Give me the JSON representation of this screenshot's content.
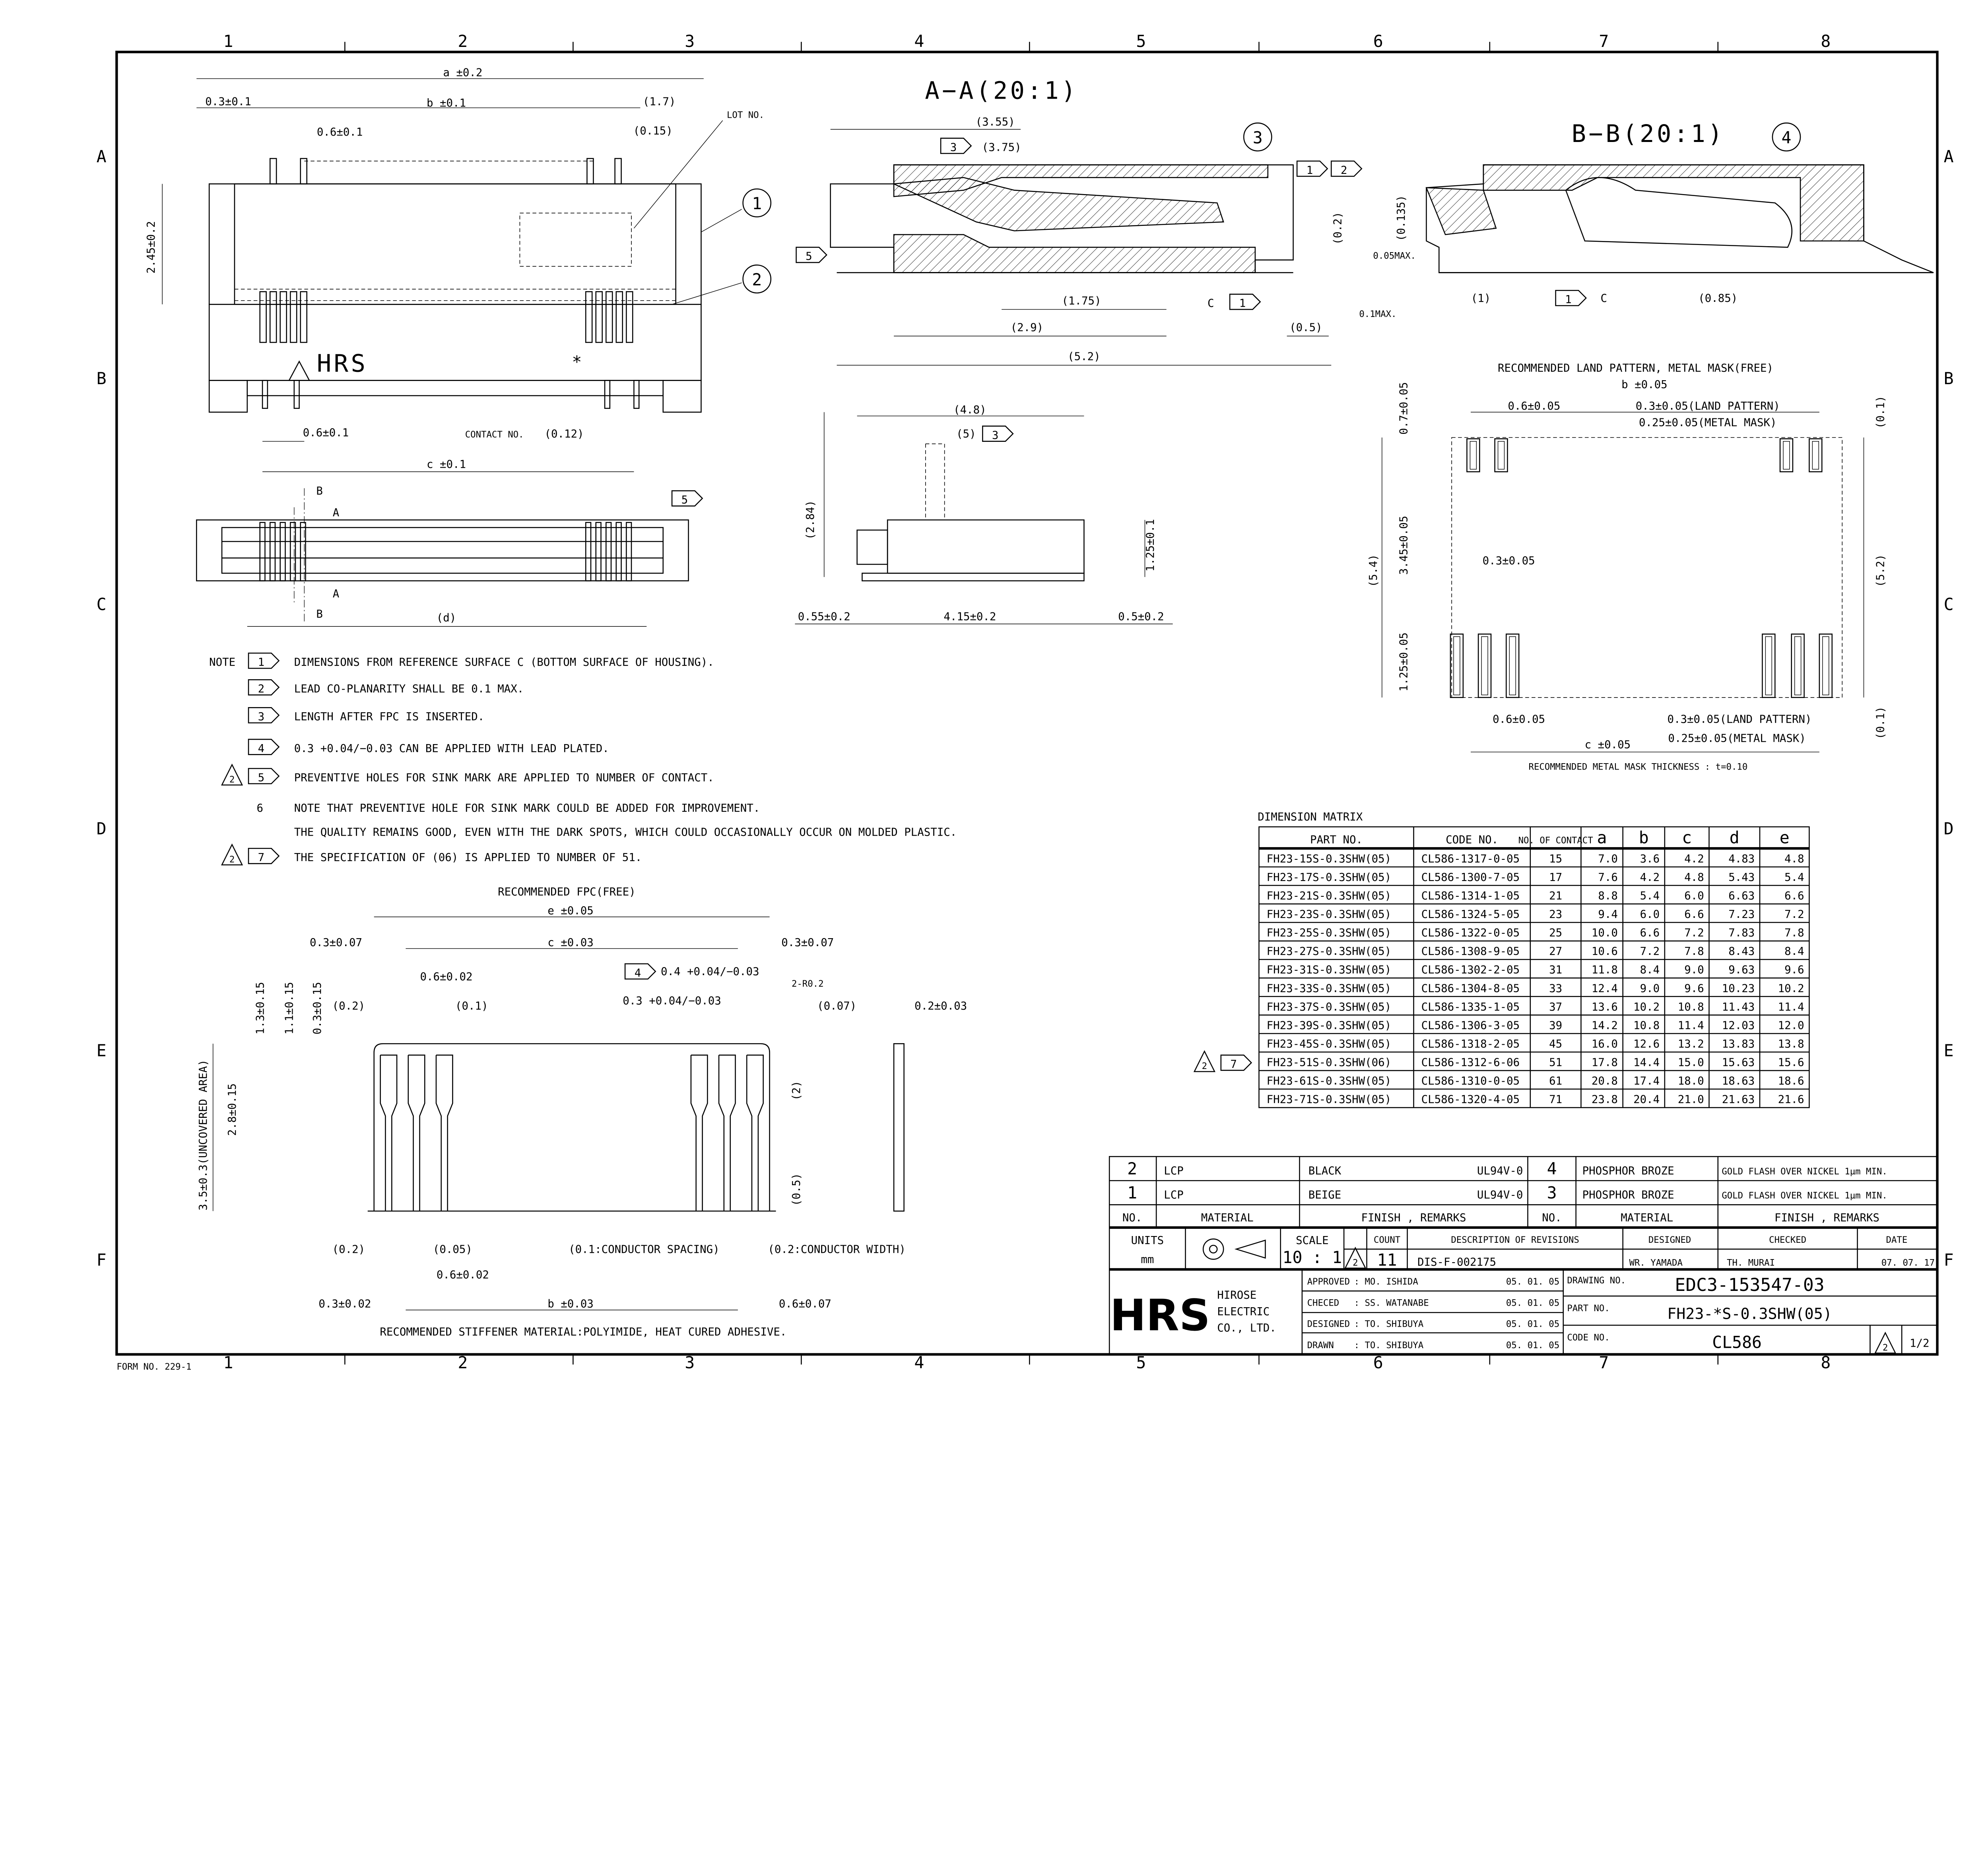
{
  "border": {
    "columns": [
      "1",
      "2",
      "3",
      "4",
      "5",
      "6",
      "7",
      "8"
    ],
    "rows": [
      "A",
      "B",
      "C",
      "D",
      "E",
      "F"
    ],
    "form_no": "FORM NO. 229-1"
  },
  "views": {
    "top_view": [
      "a ±0.2",
      "0.3±0.1",
      "b ±0.1",
      "(1.7)",
      "0.6±0.1",
      "(0.15)",
      "LOT NO.",
      "2.45±0.2",
      "0.6±0.1",
      "CONTACT NO.",
      "(0.12)",
      "c ±0.1",
      "HRS",
      "*"
    ],
    "bottom_view": [
      "(d)",
      "A",
      "B",
      "A",
      "B"
    ],
    "section_aa": [
      "A−A(20:1)",
      "(3.55)",
      "(3.75)",
      "(0.2)",
      "0.05MAX.",
      "0.1MAX.",
      "(1.75)",
      "(2.9)",
      "(0.5)",
      "(5.2)",
      "C",
      "(0.135)"
    ],
    "section_bb": [
      "B−B(20:1)",
      "(1)",
      "C",
      "(0.85)"
    ],
    "side_view": [
      "(4.8)",
      "(5)",
      "(2.84)",
      "1.25±0.1",
      "0.55±0.2",
      "4.15±0.2",
      "0.5±0.2"
    ],
    "land_pattern": [
      "RECOMMENDED LAND PATTERN, METAL MASK(FREE)",
      "b ±0.05",
      "0.6±0.05",
      "0.3±0.05(LAND PATTERN)",
      "0.25±0.05(METAL MASK)",
      "(0.1)",
      "0.7±0.05",
      "3.45±0.05",
      "(5.4)",
      "0.3±0.05",
      "(5.2)",
      "1.25±0.05",
      "0.6±0.05",
      "0.3±0.05(LAND PATTERN)",
      "c ±0.05",
      "0.25±0.05(METAL MASK)",
      "(0.1)",
      "RECOMMENDED METAL MASK THICKNESS : t=0.10"
    ],
    "fpc": [
      "RECOMMENDED FPC(FREE)",
      "e ±0.05",
      "0.3±0.07",
      "c ±0.03",
      "0.3±0.07",
      "0.6±0.02",
      "(0.2)",
      "(0.1)",
      "0.4 +0.04/−0.03",
      "0.3 +0.04/−0.03",
      "2-R0.2",
      "(0.07)",
      "0.2±0.03",
      "1.3±0.15",
      "1.1±0.15",
      "0.3±0.15",
      "3.5±0.3(UNCOVERED AREA)",
      "2.8±0.15",
      "(2)",
      "(0.5)",
      "(0.2)",
      "(0.05)",
      "(0.1:CONDUCTOR SPACING)",
      "(0.2:CONDUCTOR WIDTH)",
      "0.6±0.02",
      "0.3±0.02",
      "b ±0.03",
      "0.6±0.07",
      "RECOMMENDED STIFFENER MATERIAL:POLYIMIDE, HEAT CURED ADHESIVE."
    ]
  },
  "balloons": [
    "1",
    "2",
    "3",
    "4"
  ],
  "flags": [
    "5",
    "5",
    "1",
    "2",
    "3",
    "3",
    "1",
    "1",
    "4",
    "7"
  ],
  "notes": {
    "label": "NOTE",
    "items": [
      {
        "mark": "1",
        "rev": "",
        "text": "DIMENSIONS FROM REFERENCE SURFACE C (BOTTOM SURFACE OF HOUSING)."
      },
      {
        "mark": "2",
        "rev": "",
        "text": "LEAD CO-PLANARITY SHALL BE 0.1 MAX."
      },
      {
        "mark": "3",
        "rev": "",
        "text": "LENGTH AFTER FPC IS INSERTED."
      },
      {
        "mark": "4",
        "rev": "",
        "text": "0.3 +0.04/−0.03 CAN BE APPLIED WITH LEAD PLATED."
      },
      {
        "mark": "5",
        "rev": "2",
        "text": "PREVENTIVE HOLES FOR SINK MARK ARE APPLIED TO NUMBER OF CONTACT."
      },
      {
        "mark": "6",
        "rev": "",
        "text": "NOTE THAT PREVENTIVE HOLE FOR SINK MARK COULD BE ADDED FOR IMPROVEMENT."
      },
      {
        "mark": "",
        "rev": "",
        "text": "THE QUALITY REMAINS GOOD, EVEN WITH THE DARK SPOTS, WHICH COULD OCCASIONALLY OCCUR ON MOLDED PLASTIC."
      },
      {
        "mark": "7",
        "rev": "2",
        "text": "THE SPECIFICATION OF (06) IS APPLIED TO NUMBER OF 51."
      }
    ]
  },
  "dimension_matrix": {
    "title": "DIMENSION MATRIX",
    "headers": [
      "PART NO.",
      "CODE NO.",
      "NO. OF CONTACT",
      "a",
      "b",
      "c",
      "d",
      "e"
    ],
    "rev_mark": "2",
    "rev_flag": "7",
    "rows": [
      [
        "FH23-15S-0.3SHW(05)",
        "CL586-1317-0-05",
        "15",
        "7.0",
        "3.6",
        "4.2",
        "4.83",
        "4.8"
      ],
      [
        "FH23-17S-0.3SHW(05)",
        "CL586-1300-7-05",
        "17",
        "7.6",
        "4.2",
        "4.8",
        "5.43",
        "5.4"
      ],
      [
        "FH23-21S-0.3SHW(05)",
        "CL586-1314-1-05",
        "21",
        "8.8",
        "5.4",
        "6.0",
        "6.63",
        "6.6"
      ],
      [
        "FH23-23S-0.3SHW(05)",
        "CL586-1324-5-05",
        "23",
        "9.4",
        "6.0",
        "6.6",
        "7.23",
        "7.2"
      ],
      [
        "FH23-25S-0.3SHW(05)",
        "CL586-1322-0-05",
        "25",
        "10.0",
        "6.6",
        "7.2",
        "7.83",
        "7.8"
      ],
      [
        "FH23-27S-0.3SHW(05)",
        "CL586-1308-9-05",
        "27",
        "10.6",
        "7.2",
        "7.8",
        "8.43",
        "8.4"
      ],
      [
        "FH23-31S-0.3SHW(05)",
        "CL586-1302-2-05",
        "31",
        "11.8",
        "8.4",
        "9.0",
        "9.63",
        "9.6"
      ],
      [
        "FH23-33S-0.3SHW(05)",
        "CL586-1304-8-05",
        "33",
        "12.4",
        "9.0",
        "9.6",
        "10.23",
        "10.2"
      ],
      [
        "FH23-37S-0.3SHW(05)",
        "CL586-1335-1-05",
        "37",
        "13.6",
        "10.2",
        "10.8",
        "11.43",
        "11.4"
      ],
      [
        "FH23-39S-0.3SHW(05)",
        "CL586-1306-3-05",
        "39",
        "14.2",
        "10.8",
        "11.4",
        "12.03",
        "12.0"
      ],
      [
        "FH23-45S-0.3SHW(05)",
        "CL586-1318-2-05",
        "45",
        "16.0",
        "12.6",
        "13.2",
        "13.83",
        "13.8"
      ],
      [
        "FH23-51S-0.3SHW(06)",
        "CL586-1312-6-06",
        "51",
        "17.8",
        "14.4",
        "15.0",
        "15.63",
        "15.6"
      ],
      [
        "FH23-61S-0.3SHW(05)",
        "CL586-1310-0-05",
        "61",
        "20.8",
        "17.4",
        "18.0",
        "18.63",
        "18.6"
      ],
      [
        "FH23-71S-0.3SHW(05)",
        "CL586-1320-4-05",
        "71",
        "23.8",
        "20.4",
        "21.0",
        "21.63",
        "21.6"
      ]
    ]
  },
  "materials": {
    "rows": [
      [
        "2",
        "LCP",
        "BLACK",
        "UL94V-0",
        "4",
        "PHOSPHOR BROZE",
        "GOLD FLASH OVER NICKEL 1µm MIN."
      ],
      [
        "1",
        "LCP",
        "BEIGE",
        "UL94V-0",
        "3",
        "PHOSPHOR BROZE",
        "GOLD FLASH OVER NICKEL 1µm MIN."
      ]
    ],
    "headers": [
      "NO.",
      "MATERIAL",
      "FINISH , REMARKS",
      "NO.",
      "MATERIAL",
      "FINISH , REMARKS"
    ]
  },
  "title_block": {
    "units_label": "UNITS",
    "units": "mm",
    "scale_label": "SCALE",
    "scale": "10 : 1",
    "revision": {
      "mark": "2",
      "count_label": "COUNT",
      "count": "11",
      "description_label": "DESCRIPTION OF REVISIONS",
      "description": "DIS-F-002175",
      "designed_label": "DESIGNED",
      "designed": "WR. YAMADA",
      "checked_label": "CHECKED",
      "checked": "TH. MURAI",
      "date_label": "DATE",
      "date": "07. 07. 17"
    },
    "company": {
      "logo": "HRS",
      "name_lines": [
        "HIROSE",
        "ELECTRIC",
        "CO., LTD."
      ]
    },
    "signoffs": [
      {
        "role": "APPROVED",
        "name": ": MO. ISHIDA",
        "date": "05. 01. 05"
      },
      {
        "role": "CHECED",
        "name": ": SS. WATANABE",
        "date": "05. 01. 05"
      },
      {
        "role": "DESIGNED",
        "name": ": TO. SHIBUYA",
        "date": "05. 01. 05"
      },
      {
        "role": "DRAWN",
        "name": ": TO. SHIBUYA",
        "date": "05. 01. 05"
      }
    ],
    "drawing_no_label": "DRAWING NO.",
    "drawing_no": "EDC3-153547-03",
    "part_no_label": "PART NO.",
    "part_no": "FH23-*S-0.3SHW(05)",
    "code_no_label": "CODE NO.",
    "code_no": "CL586",
    "rev_mark": "2",
    "sheet": "1/2"
  }
}
